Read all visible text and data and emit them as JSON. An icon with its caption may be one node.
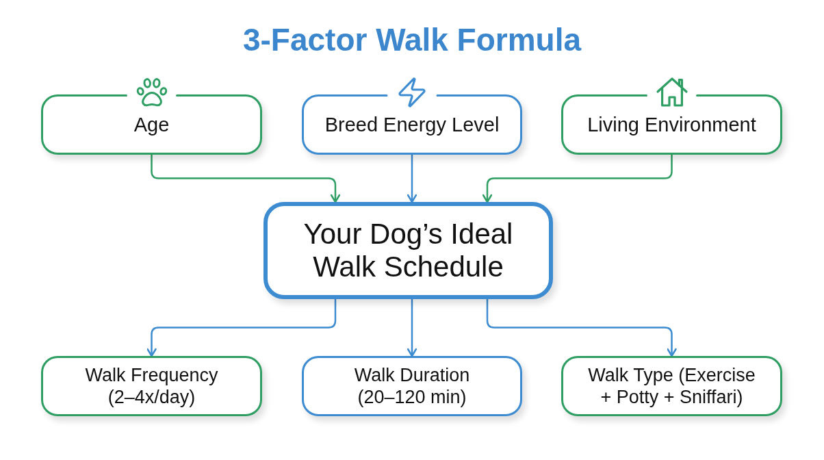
{
  "diagram": {
    "title": "3-Factor Walk Formula",
    "nodes": [
      {
        "text": [
          "Age"
        ]
      },
      {
        "text": [
          "Breed Energy Level"
        ]
      },
      {
        "text": [
          "Living Environment"
        ]
      },
      {
        "text": [
          "Your Dog’s Ideal Walk Schedule"
        ]
      },
      {
        "text": [
          "Walk Frequency (2–4x/day)"
        ]
      },
      {
        "text": [
          "Walk Duration (20–120 min)"
        ]
      },
      {
        "text": [
          "Walk Type (Exercise + Potty + Sniffari)"
        ]
      }
    ],
    "edges": [
      {
        "from": 0,
        "to": 3,
        "arrow": "to",
        "color": "#2e9e63"
      },
      {
        "from": 1,
        "to": 3,
        "arrow": "to"
      },
      {
        "from": 2,
        "to": 3,
        "arrow": "to",
        "color": "#2e9e63"
      },
      {
        "from": 3,
        "to": 4,
        "arrow": "to"
      },
      {
        "from": 3,
        "to": 5,
        "arrow": "to"
      },
      {
        "from": 3,
        "to": 6,
        "arrow": "to"
      }
    ]
  }
}
